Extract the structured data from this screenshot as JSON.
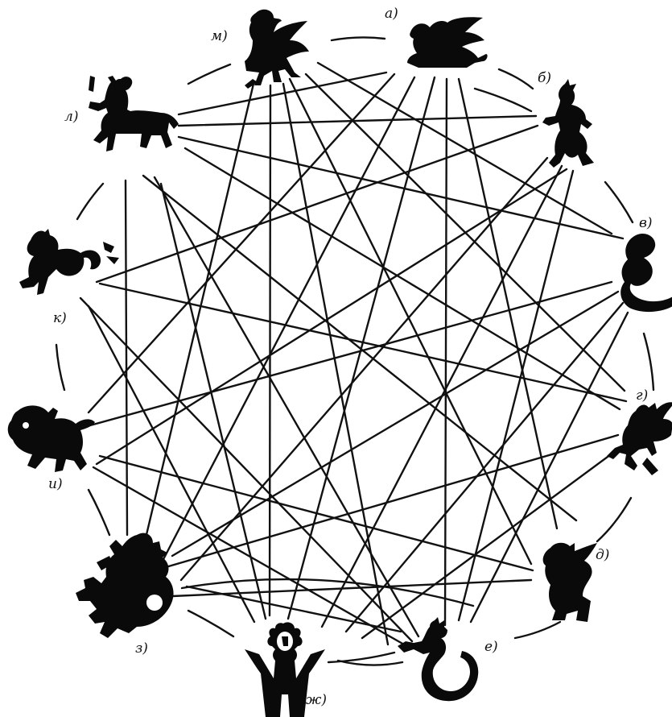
{
  "labels": {
    "a": "а)",
    "b": "б)",
    "v": "в)",
    "g": "г)",
    "d": "д)",
    "e": "е)",
    "zh": "ж)",
    "z": "з)",
    "i": "и)",
    "k": "к)",
    "l": "л)",
    "m": "м)"
  },
  "figures": {
    "a": "winged-lion-icon",
    "b": "satyr-icon",
    "v": "sea-serpent-icon",
    "g": "pegasus-icon",
    "d": "griffin-icon",
    "e": "triton-icon",
    "zh": "winged-gorgon-icon",
    "z": "scylla-icon",
    "i": "chimera-icon",
    "k": "hippocampus-icon",
    "l": "centaur-icon",
    "m": "harpy-icon"
  }
}
